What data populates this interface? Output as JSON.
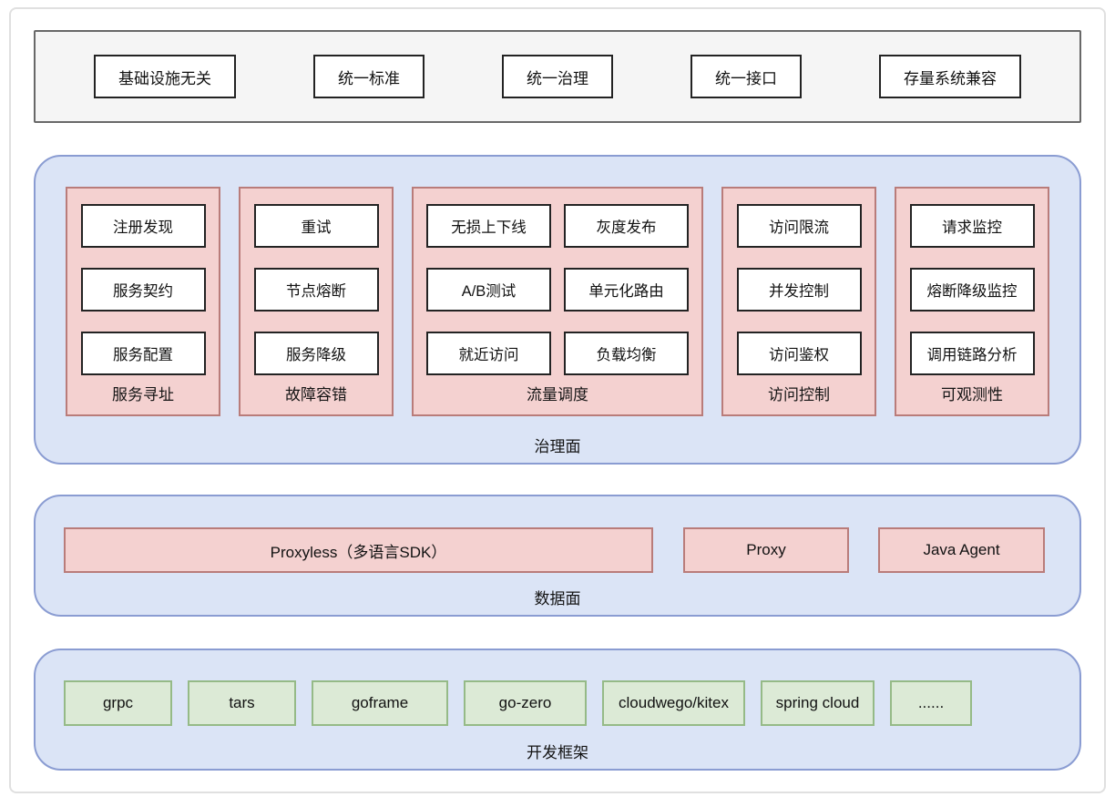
{
  "principles": {
    "items": [
      "基础设施无关",
      "统一标准",
      "统一治理",
      "统一接口",
      "存量系统兼容"
    ]
  },
  "governance_plane": {
    "label": "治理面",
    "columns": [
      {
        "label": "服务寻址",
        "items": [
          "注册发现",
          "服务契约",
          "服务配置"
        ]
      },
      {
        "label": "故障容错",
        "items": [
          "重试",
          "节点熔断",
          "服务降级"
        ]
      },
      {
        "label": "流量调度",
        "items": [
          "无损上下线",
          "灰度发布",
          "A/B测试",
          "单元化路由",
          "就近访问",
          "负载均衡"
        ]
      },
      {
        "label": "访问控制",
        "items": [
          "访问限流",
          "并发控制",
          "访问鉴权"
        ]
      },
      {
        "label": "可观测性",
        "items": [
          "请求监控",
          "熔断降级监控",
          "调用链路分析"
        ]
      }
    ]
  },
  "data_plane": {
    "label": "数据面",
    "items": [
      {
        "label": "Proxyless（多语言SDK）"
      },
      {
        "label": "Proxy"
      },
      {
        "label": "Java Agent"
      }
    ]
  },
  "frameworks": {
    "label": "开发框架",
    "items": [
      "grpc",
      "tars",
      "goframe",
      "go-zero",
      "cloudwego/kitex",
      "spring cloud",
      "......"
    ]
  },
  "colors": {
    "plane_fill": "#dbe4f6",
    "plane_border": "#8a9cd2",
    "capability_fill": "#f4d1d0",
    "capability_border": "#b97c7a",
    "framework_fill": "#dcead6",
    "framework_border": "#95ba87",
    "principles_fill": "#f5f5f5",
    "principles_border": "#686868",
    "item_box_fill": "#ffffff",
    "item_box_border": "#232323"
  }
}
